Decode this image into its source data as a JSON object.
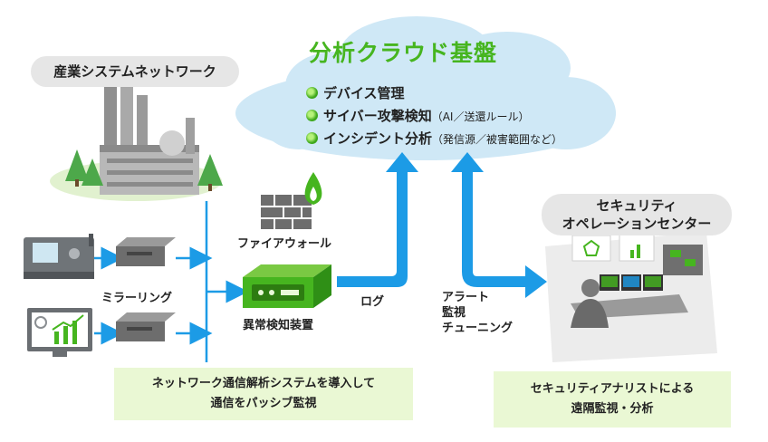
{
  "cloud": {
    "title": "分析クラウド基盤",
    "items": [
      {
        "text": "デバイス管理",
        "note": ""
      },
      {
        "text": "サイバー攻撃検知",
        "note": "（AI／送還ルール）"
      },
      {
        "text": "インシデント分析",
        "note": "（発信源／被害範囲など）"
      }
    ]
  },
  "network": {
    "title": "産業システムネットワーク"
  },
  "soc": {
    "title_line1": "セキュリティ",
    "title_line2": "オペレーションセンター"
  },
  "labels": {
    "firewall": "ファイアウォール",
    "mirroring": "ミラーリング",
    "detector": "異常検知装置",
    "log": "ログ",
    "alert_line1": "アラート",
    "alert_line2": "監視",
    "alert_line3": "チューニング"
  },
  "captions": {
    "left_line1": "ネットワーク通信解析システムを導入して",
    "left_line2": "通信をパッシブ監視",
    "right_line1": "セキュリティアナリストによる",
    "right_line2": "遠隔監視・分析"
  },
  "colors": {
    "arrow_blue": "#1c9be6",
    "cloud_blue": "#cfe8f6",
    "accent_green": "#46b51f",
    "caption_green": "#eaf8d4"
  }
}
